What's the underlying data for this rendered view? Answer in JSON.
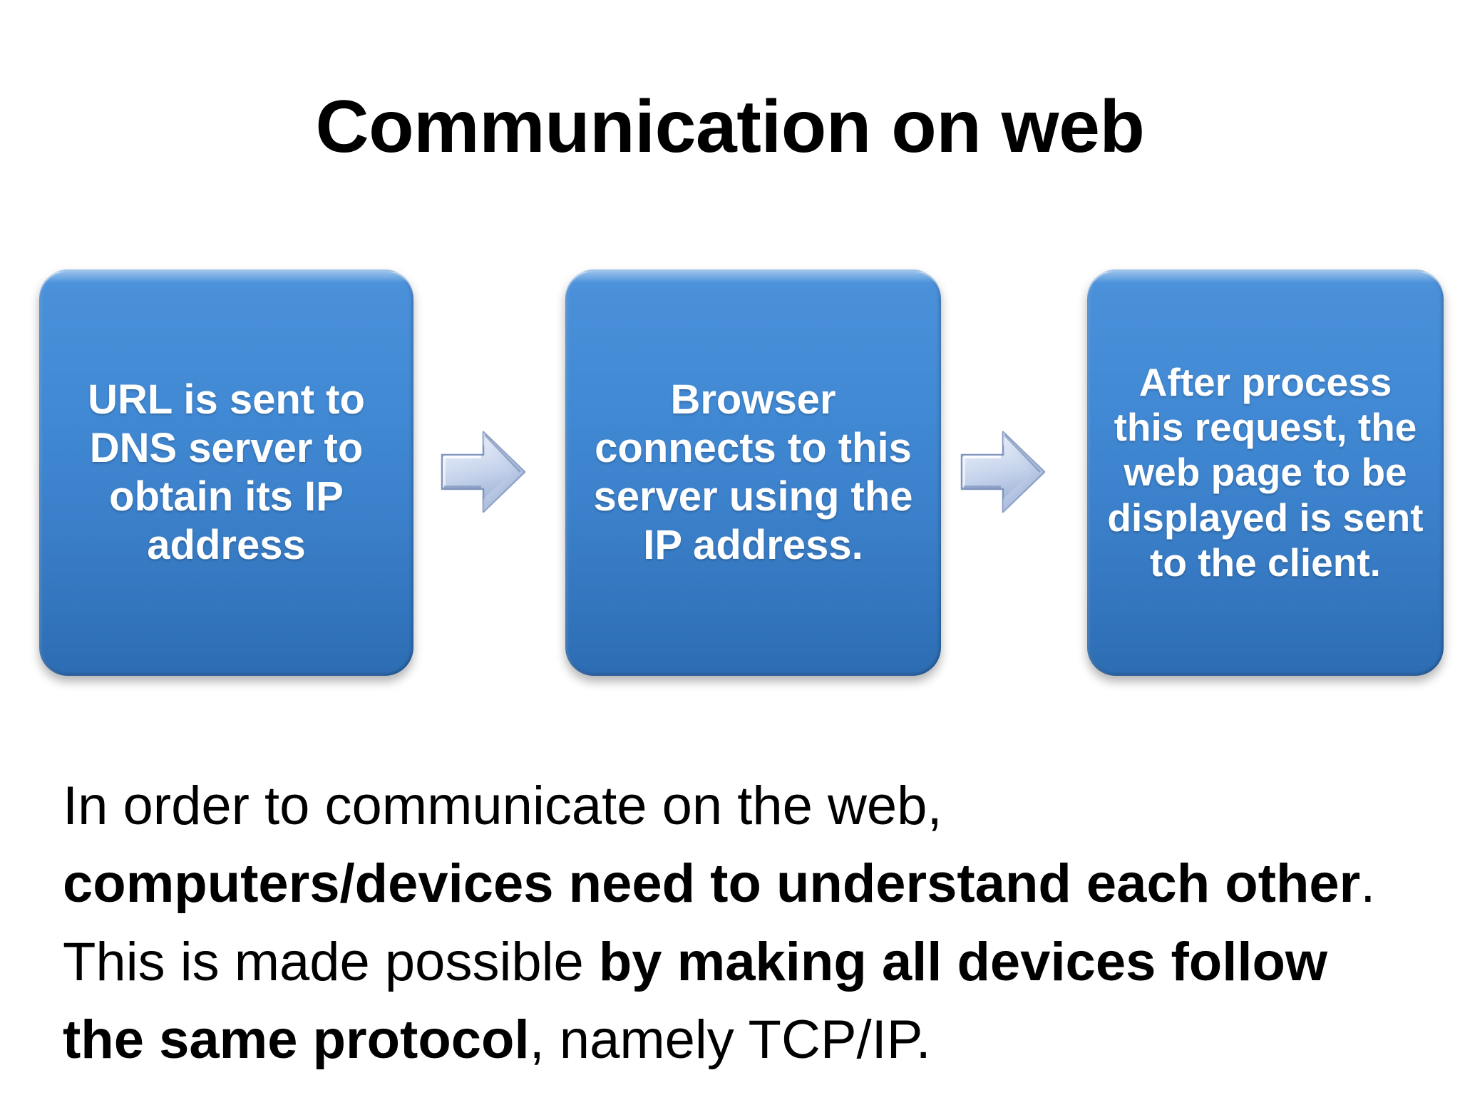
{
  "slide": {
    "title": "Communication on web",
    "background_color": "#ffffff",
    "title_color": "#000000"
  },
  "flow": {
    "box_fill_top": "#4a90d9",
    "box_fill_bottom": "#2d6cb2",
    "box_text_color": "#ffffff",
    "arrow_fill_light": "#dfe7f4",
    "arrow_fill_dark": "#9fb3d6",
    "arrow_icon_name": "right-arrow-icon",
    "steps": [
      {
        "id": "step-1",
        "text": "URL is sent to DNS server to obtain its IP address"
      },
      {
        "id": "step-2",
        "text": "Browser connects to this server using the IP address."
      },
      {
        "id": "step-3",
        "text": "After process this request, the web page to be displayed is sent to the client."
      }
    ]
  },
  "body": {
    "segments": [
      {
        "text": "In order to communicate on the web, ",
        "bold": false
      },
      {
        "text": "computers/devices need to understand each other",
        "bold": true
      },
      {
        "text": ". This is made possible ",
        "bold": false
      },
      {
        "text": "by making all devices follow the same protocol",
        "bold": true
      },
      {
        "text": ", namely TCP/IP.",
        "bold": false
      }
    ],
    "plain_text": "In order to communicate on the web, computers/devices need to understand each other. This is made possible by making all devices follow the same protocol, namely TCP/IP."
  }
}
